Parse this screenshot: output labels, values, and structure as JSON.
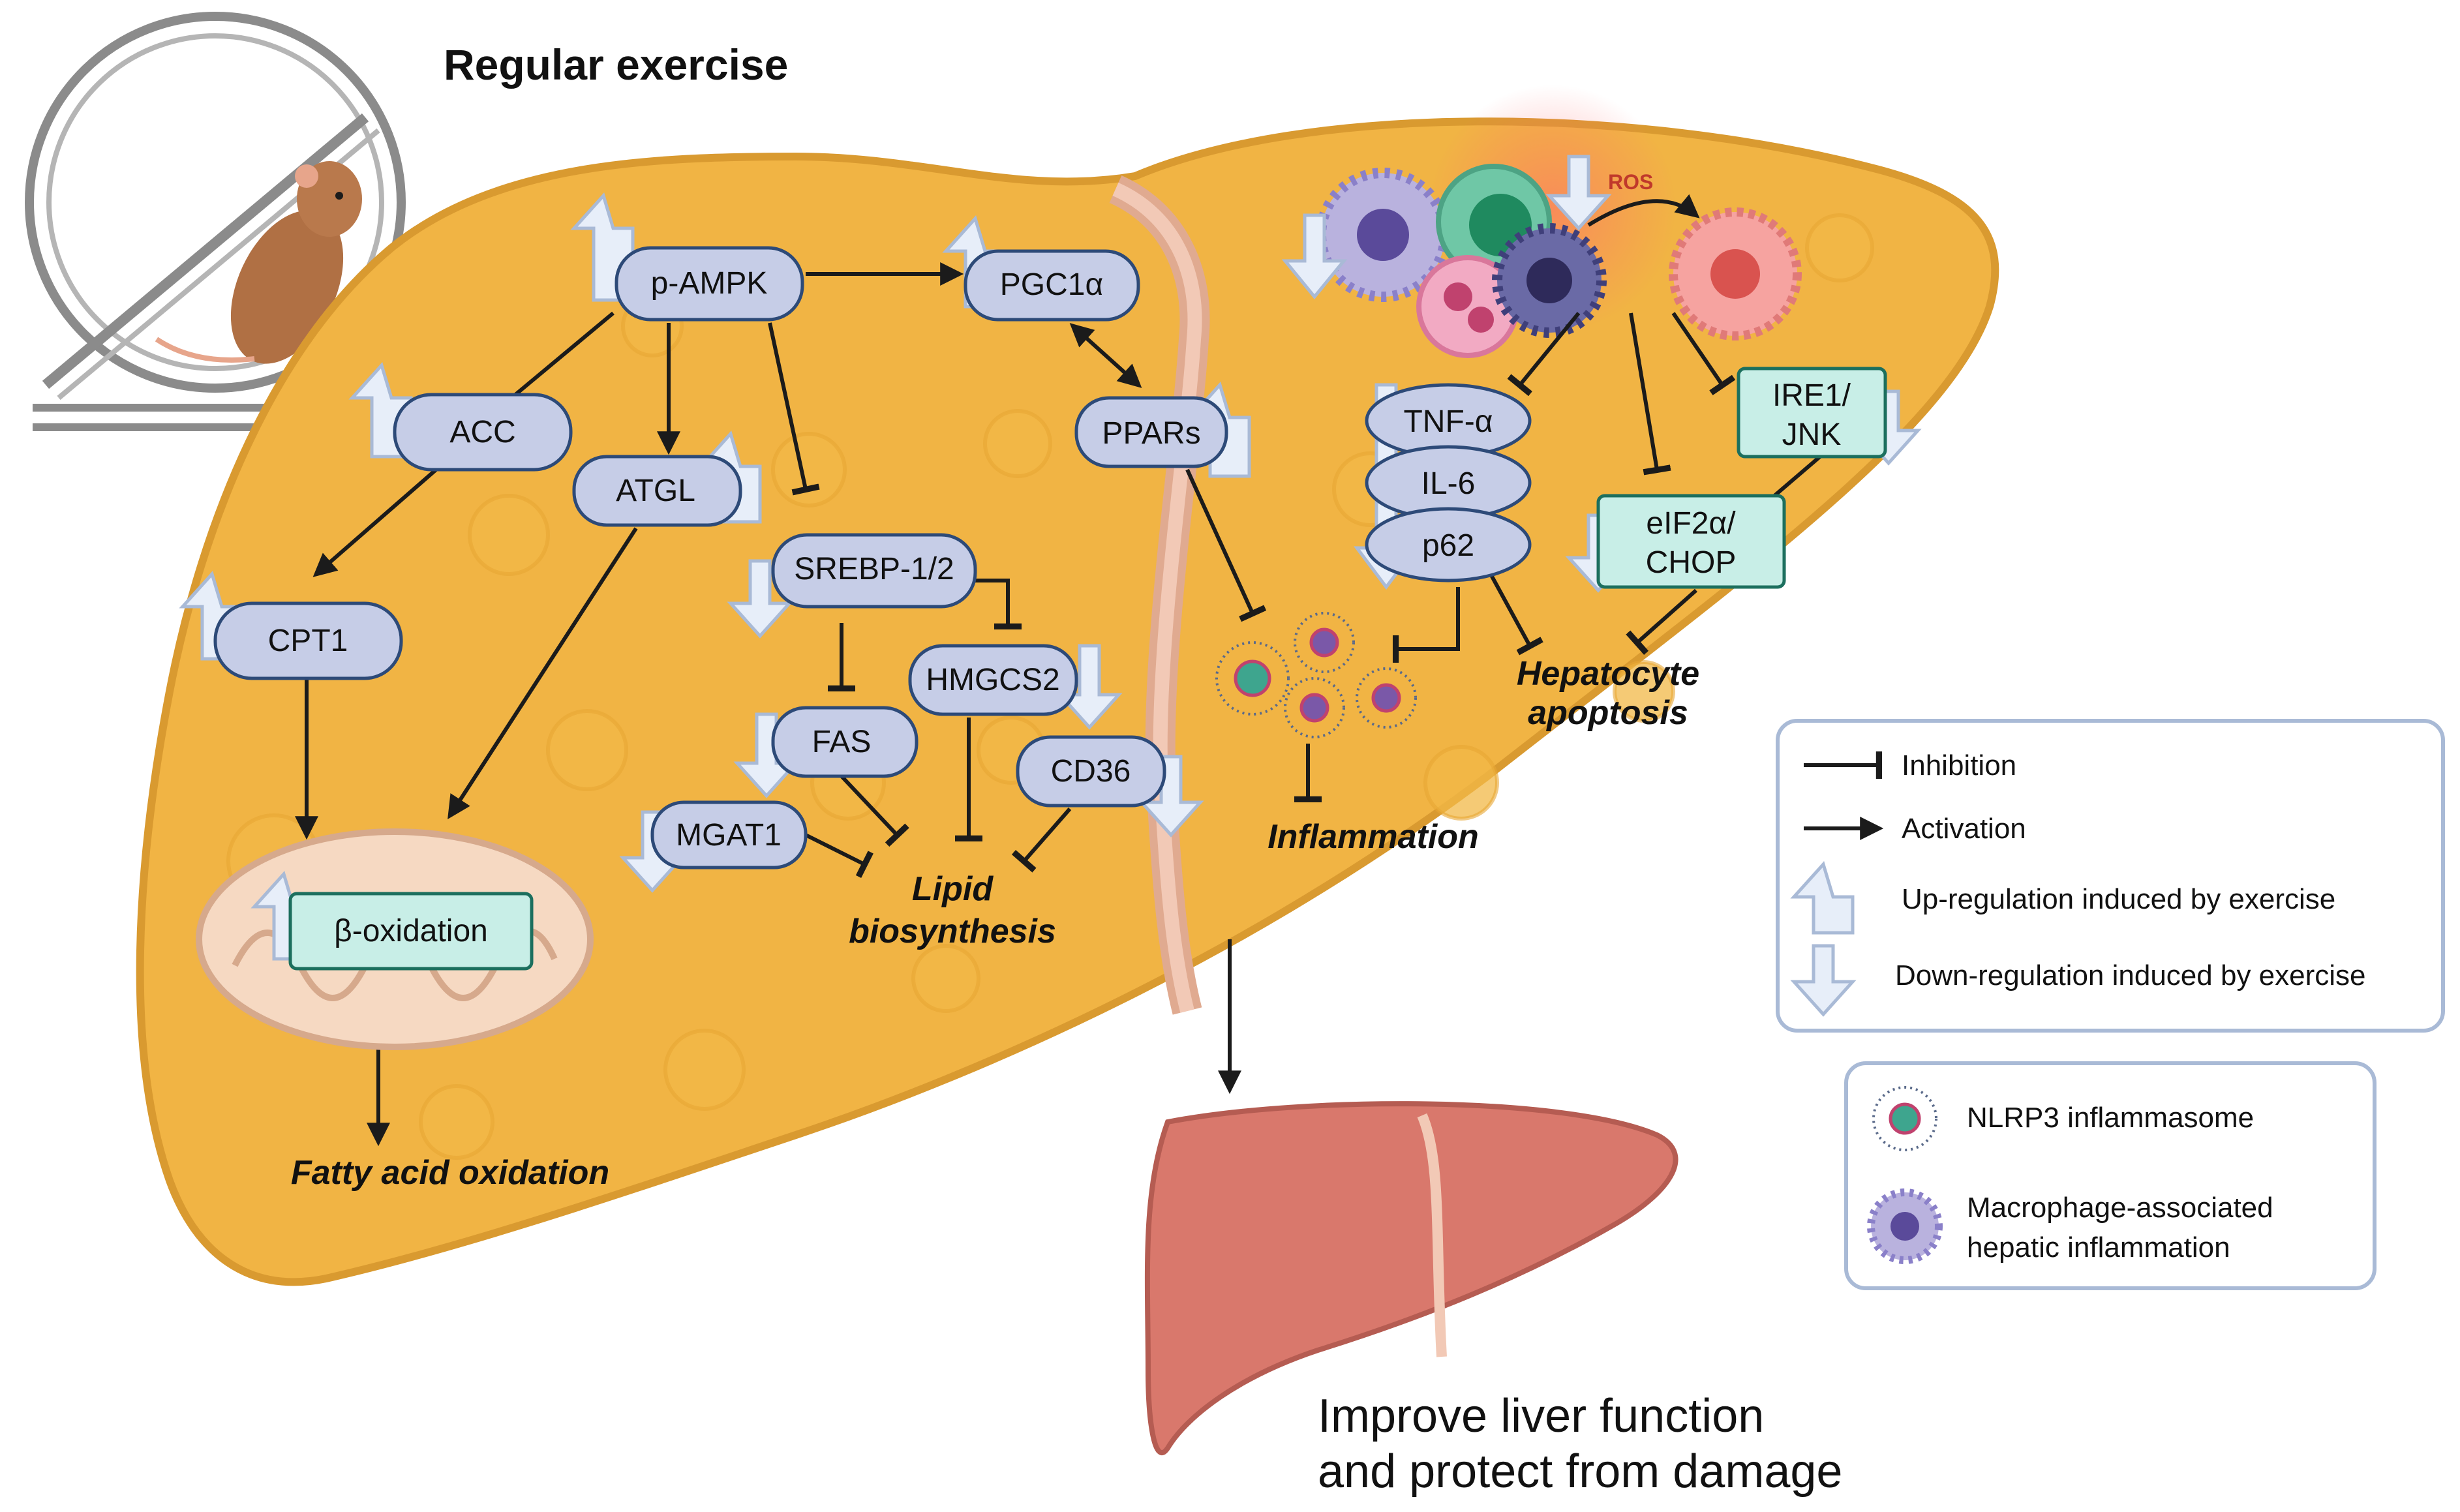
{
  "title": "Regular exercise",
  "nodes": {
    "pampk": "p-AMPK",
    "pgc1a": "PGC1α",
    "acc": "ACC",
    "atgl": "ATGL",
    "cpt1": "CPT1",
    "srebp": "SREBP-1/2",
    "hmgcs2": "HMGCS2",
    "fas": "FAS",
    "mgat1": "MGAT1",
    "cd36": "CD36",
    "ppars": "PPARs",
    "beta_oxidation": "β-oxidation",
    "tnfa": "TNF-α",
    "il6": "IL-6",
    "p62": "p62",
    "ire1_jnk": [
      "IRE1/",
      "JNK"
    ],
    "eif2a_chop": [
      "eIF2α/",
      "CHOP"
    ]
  },
  "labels": {
    "ros": "ROS",
    "fatty_acid_oxidation": "Fatty acid oxidation",
    "lipid_biosynthesis": [
      "Lipid",
      "biosynthesis"
    ],
    "inflammation": "Inflammation",
    "hepatocyte_apoptosis": [
      "Hepatocyte",
      "apoptosis"
    ],
    "outcome": [
      "Improve liver function",
      "and protect from damage"
    ]
  },
  "legend": {
    "inhibition": "Inhibition",
    "activation": "Activation",
    "upregulation": "Up-regulation induced by exercise",
    "downregulation": "Down-regulation induced by exercise",
    "nlrp3": "NLRP3 inflammasome",
    "macrophage": [
      "Macrophage-associated",
      "hepatic inflammation"
    ]
  },
  "colors": {
    "liver_fill": "#f1b444",
    "liver_outline": "#d99a30",
    "node_blue": "#c6cde7",
    "node_teal": "#c8eee7",
    "healthy_liver": "#d9786c"
  }
}
